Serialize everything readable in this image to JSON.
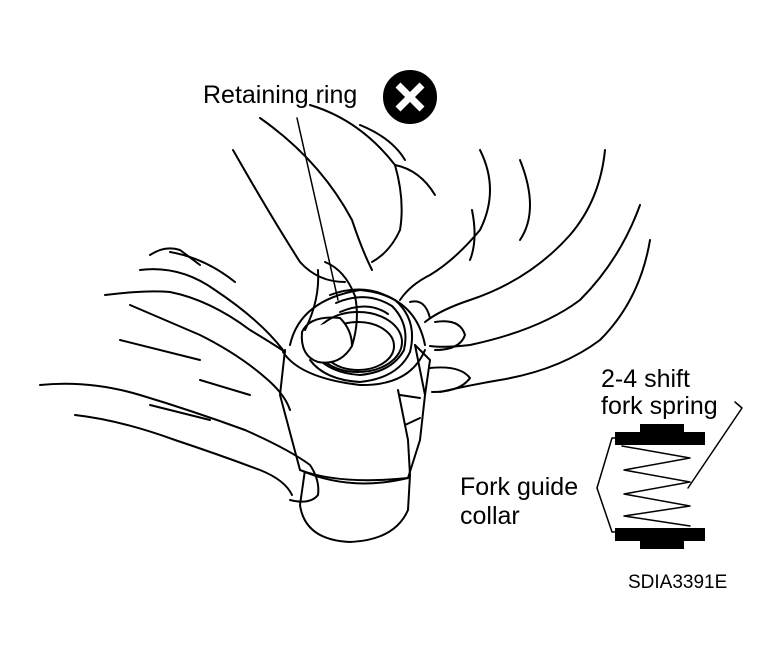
{
  "labels": {
    "retaining_ring": "Retaining ring",
    "shift_fork_spring_line1": "2-4 shift",
    "shift_fork_spring_line2": "fork spring",
    "fork_guide_collar_line1": "Fork guide",
    "fork_guide_collar_line2": "collar"
  },
  "figure_code": "SDIA3391E",
  "icons": {
    "do_not_reuse": "do-not-reuse-x-icon"
  },
  "colors": {
    "ink": "#000000",
    "paper": "#ffffff"
  }
}
